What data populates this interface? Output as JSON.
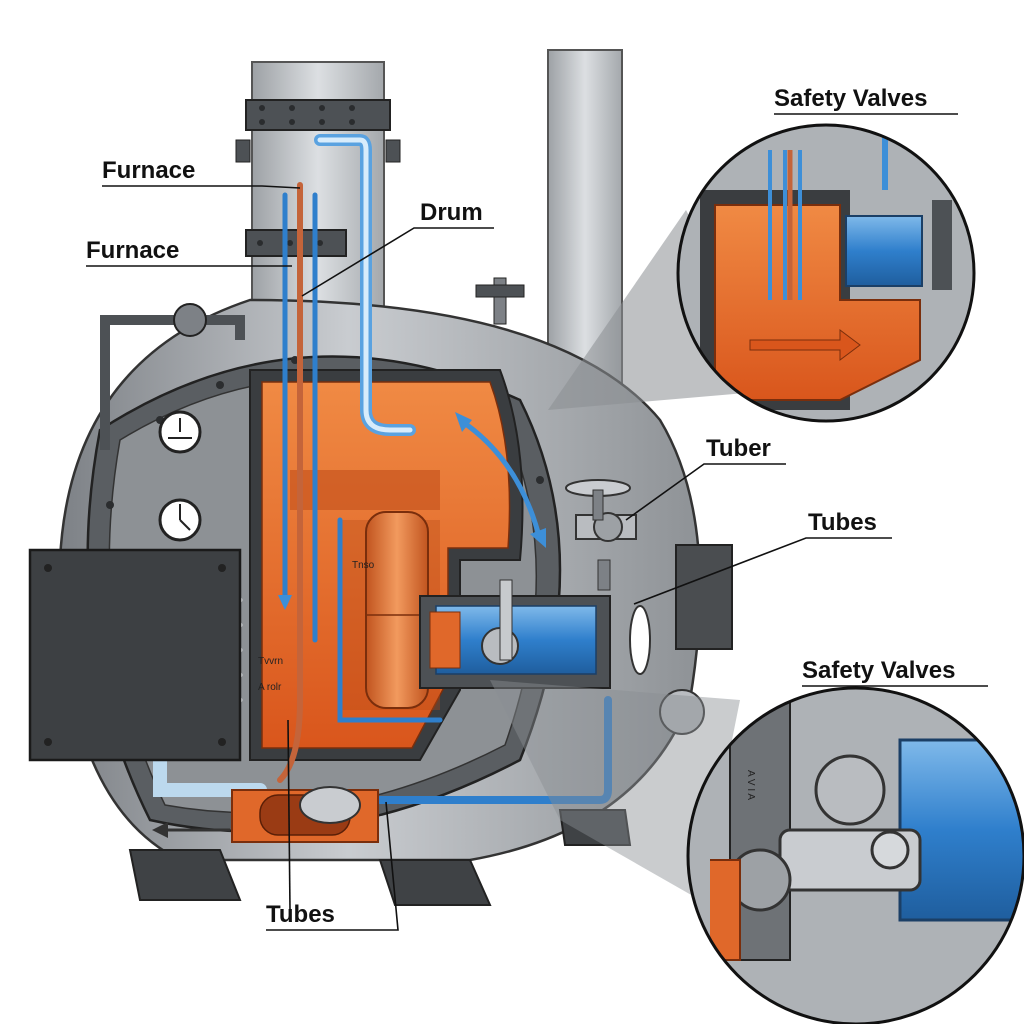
{
  "labels": {
    "furnace_top": "Furnace",
    "furnace_mid": "Furnace",
    "drum": "Drum",
    "safety_valves_top": "Safety Valves",
    "tuber": "Tuber",
    "tubes_right": "Tubes",
    "safety_valves_bottom": "Safety Valves",
    "tubes_bottom": "Tubes"
  },
  "inner_text": {
    "drum_tag": "Tnso",
    "furnace_tag_1": "Tvvrn",
    "furnace_tag_2": "A rolr",
    "zoom_tag": "A V I A"
  },
  "colors": {
    "shell": "#a9adb2",
    "shell_dark": "#6e7276",
    "steel": "#5b5f63",
    "fire": "#e86a2a",
    "fire_light": "#f3a06a",
    "water": "#3d8fd8",
    "water_light": "#9ccaf0",
    "copper": "#c4643a"
  }
}
